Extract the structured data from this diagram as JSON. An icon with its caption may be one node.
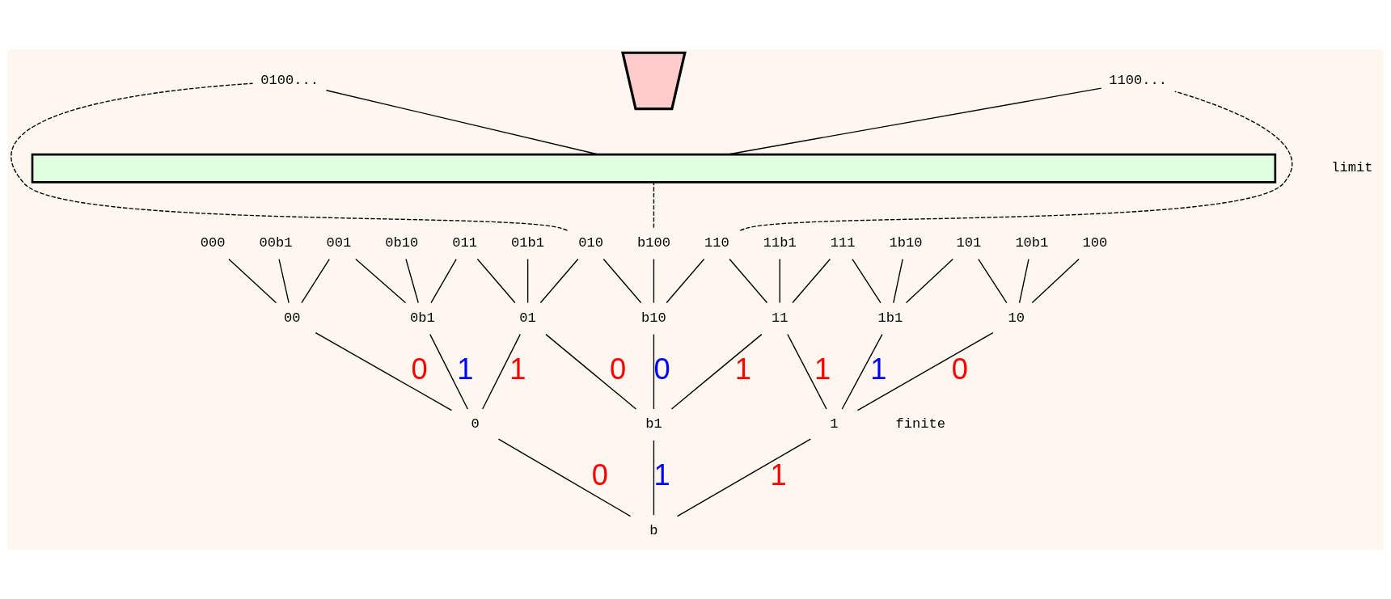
{
  "diagram": {
    "nodes": [
      {
        "text": [
          "0100..."
        ]
      },
      {
        "text": [],
        "shape": "trapezoid"
      },
      {
        "text": [
          "1100..."
        ]
      },
      {
        "text": [],
        "shape": "bar"
      },
      {
        "text": [
          "000"
        ]
      },
      {
        "text": [
          "00b1"
        ]
      },
      {
        "text": [
          "001"
        ]
      },
      {
        "text": [
          "0b10"
        ]
      },
      {
        "text": [
          "011"
        ]
      },
      {
        "text": [
          "01b1"
        ]
      },
      {
        "text": [
          "010"
        ]
      },
      {
        "text": [
          "b100"
        ]
      },
      {
        "text": [
          "110"
        ]
      },
      {
        "text": [
          "11b1"
        ]
      },
      {
        "text": [
          "111"
        ]
      },
      {
        "text": [
          "1b10"
        ]
      },
      {
        "text": [
          "101"
        ]
      },
      {
        "text": [
          "10b1"
        ]
      },
      {
        "text": [
          "100"
        ]
      },
      {
        "text": [
          "00"
        ]
      },
      {
        "text": [
          "0b1"
        ]
      },
      {
        "text": [
          "01"
        ]
      },
      {
        "text": [
          "b10"
        ]
      },
      {
        "text": [
          "11"
        ]
      },
      {
        "text": [
          "1b1"
        ]
      },
      {
        "text": [
          "10"
        ]
      },
      {
        "text": [
          "0"
        ]
      },
      {
        "text": [
          "b1"
        ]
      },
      {
        "text": [
          "1"
        ]
      },
      {
        "text": [
          "b"
        ]
      }
    ],
    "edges": [
      {
        "from": 29,
        "to": 26,
        "arrow": "none",
        "label": "0"
      },
      {
        "from": 29,
        "to": 27,
        "arrow": "none",
        "label": "1"
      },
      {
        "from": 29,
        "to": 28,
        "arrow": "none",
        "label": "1"
      },
      {
        "from": 26,
        "to": 19,
        "arrow": "none",
        "label": "0"
      },
      {
        "from": 26,
        "to": 20,
        "arrow": "none",
        "label": "1"
      },
      {
        "from": 26,
        "to": 21,
        "arrow": "none",
        "label": "1"
      },
      {
        "from": 27,
        "to": 21,
        "arrow": "none",
        "label": "0"
      },
      {
        "from": 27,
        "to": 22,
        "arrow": "none",
        "label": "0"
      },
      {
        "from": 27,
        "to": 23,
        "arrow": "none",
        "label": "1"
      },
      {
        "from": 28,
        "to": 23,
        "arrow": "none",
        "label": "1"
      },
      {
        "from": 28,
        "to": 24,
        "arrow": "none",
        "label": "1"
      },
      {
        "from": 28,
        "to": 25,
        "arrow": "none",
        "label": "0"
      },
      {
        "from": 19,
        "to": 4,
        "arrow": "none"
      },
      {
        "from": 19,
        "to": 5,
        "arrow": "none"
      },
      {
        "from": 19,
        "to": 6,
        "arrow": "none"
      },
      {
        "from": 20,
        "to": 6,
        "arrow": "none"
      },
      {
        "from": 20,
        "to": 7,
        "arrow": "none"
      },
      {
        "from": 20,
        "to": 8,
        "arrow": "none"
      },
      {
        "from": 21,
        "to": 8,
        "arrow": "none"
      },
      {
        "from": 21,
        "to": 9,
        "arrow": "none"
      },
      {
        "from": 21,
        "to": 10,
        "arrow": "none"
      },
      {
        "from": 22,
        "to": 10,
        "arrow": "none"
      },
      {
        "from": 22,
        "to": 11,
        "arrow": "none"
      },
      {
        "from": 22,
        "to": 12,
        "arrow": "none"
      },
      {
        "from": 23,
        "to": 12,
        "arrow": "none"
      },
      {
        "from": 23,
        "to": 13,
        "arrow": "none"
      },
      {
        "from": 23,
        "to": 14,
        "arrow": "none"
      },
      {
        "from": 24,
        "to": 14,
        "arrow": "none"
      },
      {
        "from": 24,
        "to": 15,
        "arrow": "none"
      },
      {
        "from": 24,
        "to": 16,
        "arrow": "none"
      },
      {
        "from": 25,
        "to": 16,
        "arrow": "none"
      },
      {
        "from": 25,
        "to": 17,
        "arrow": "none"
      },
      {
        "from": 25,
        "to": 18,
        "arrow": "none"
      },
      {
        "from": 10,
        "to": 0,
        "arrow": "none",
        "style": "dashed"
      },
      {
        "from": 11,
        "to": 3,
        "arrow": "none",
        "style": "dashed"
      },
      {
        "from": 12,
        "to": 2,
        "arrow": "none",
        "style": "dashed"
      },
      {
        "from": 3,
        "to": 0,
        "arrow": "none"
      },
      {
        "from": 3,
        "to": 2,
        "arrow": "none"
      }
    ],
    "labels": [
      "limit",
      "finite"
    ]
  }
}
